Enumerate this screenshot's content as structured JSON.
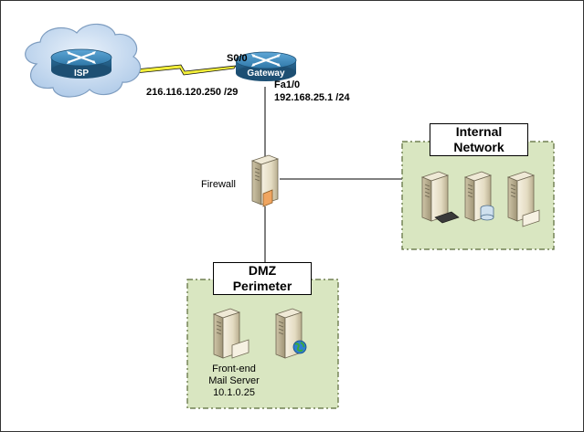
{
  "diagram": {
    "isp_router": {
      "label": "ISP"
    },
    "gateway_router": {
      "label": "Gateway"
    },
    "serial_interface": {
      "name": "S0/0",
      "address": "216.116.120.250 /29"
    },
    "fast_ethernet_interface": {
      "name": "Fa1/0",
      "address": "192.168.25.1 /24"
    },
    "firewall": {
      "label": "Firewall"
    },
    "internal_network": {
      "title_line1": "Internal",
      "title_line2": "Network"
    },
    "dmz": {
      "title_line1": "DMZ",
      "title_line2": "Perimeter",
      "mail_server": {
        "line1": "Front-end",
        "line2": "Mail Server",
        "address": "10.1.0.25"
      }
    }
  },
  "colors": {
    "zone_fill": "#d9e6c1",
    "router_blue": "#2f78a8",
    "serial_link": "#f2ee3a",
    "cloud": "#c8dcf0"
  }
}
